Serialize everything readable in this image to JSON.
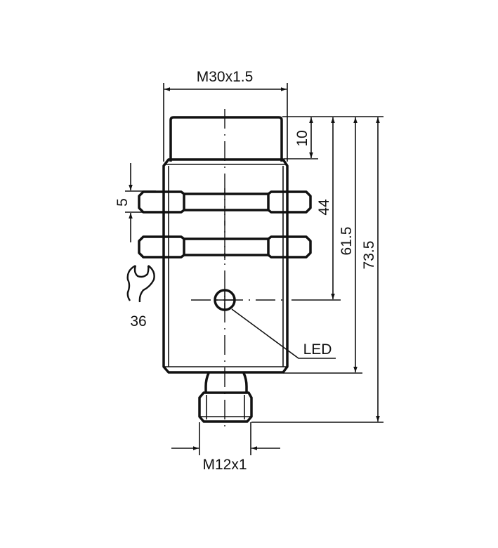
{
  "drawing": {
    "dimensions": {
      "thread_top": "M30x1.5",
      "cap_length": "10",
      "nut_thickness": "5",
      "led_position": "44",
      "body_length": "61.5",
      "total_length": "73.5",
      "wrench_size": "36",
      "connector_thread": "M12x1"
    },
    "labels": {
      "led": "LED"
    },
    "icons": {
      "wrench": "wrench-icon"
    },
    "colors": {
      "line": "#111111",
      "background": "#ffffff"
    }
  }
}
